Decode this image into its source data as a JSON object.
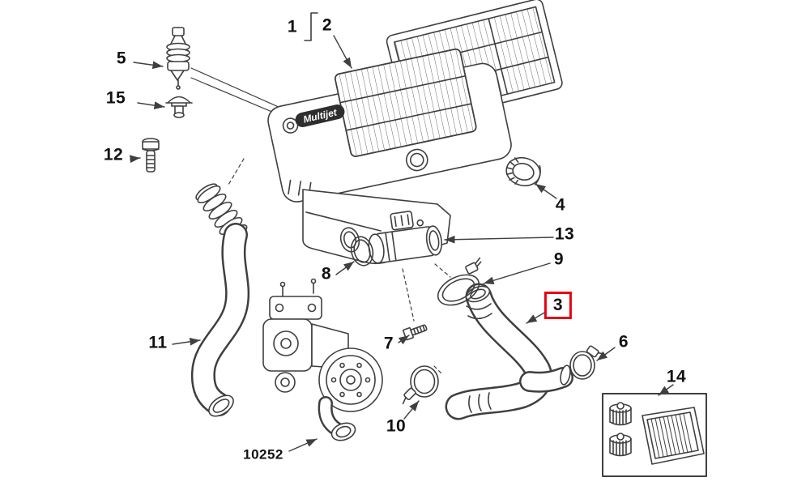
{
  "diagram": {
    "type": "exploded-parts-diagram",
    "subject": "engine-air-intake-assembly",
    "highlight_color": "#e60012",
    "line_color": "#3f3f3f",
    "brand_badge": "Multijet",
    "assembly_code": "10252",
    "part_labels": [
      {
        "number": "1",
        "highlighted": false
      },
      {
        "number": "2",
        "highlighted": false
      },
      {
        "number": "3",
        "highlighted": true
      },
      {
        "number": "4",
        "highlighted": false
      },
      {
        "number": "5",
        "highlighted": false
      },
      {
        "number": "6",
        "highlighted": false
      },
      {
        "number": "7",
        "highlighted": false
      },
      {
        "number": "8",
        "highlighted": false
      },
      {
        "number": "9",
        "highlighted": false
      },
      {
        "number": "10",
        "highlighted": false
      },
      {
        "number": "11",
        "highlighted": false
      },
      {
        "number": "12",
        "highlighted": false
      },
      {
        "number": "13",
        "highlighted": false
      },
      {
        "number": "14",
        "highlighted": false
      },
      {
        "number": "15",
        "highlighted": false
      }
    ]
  }
}
